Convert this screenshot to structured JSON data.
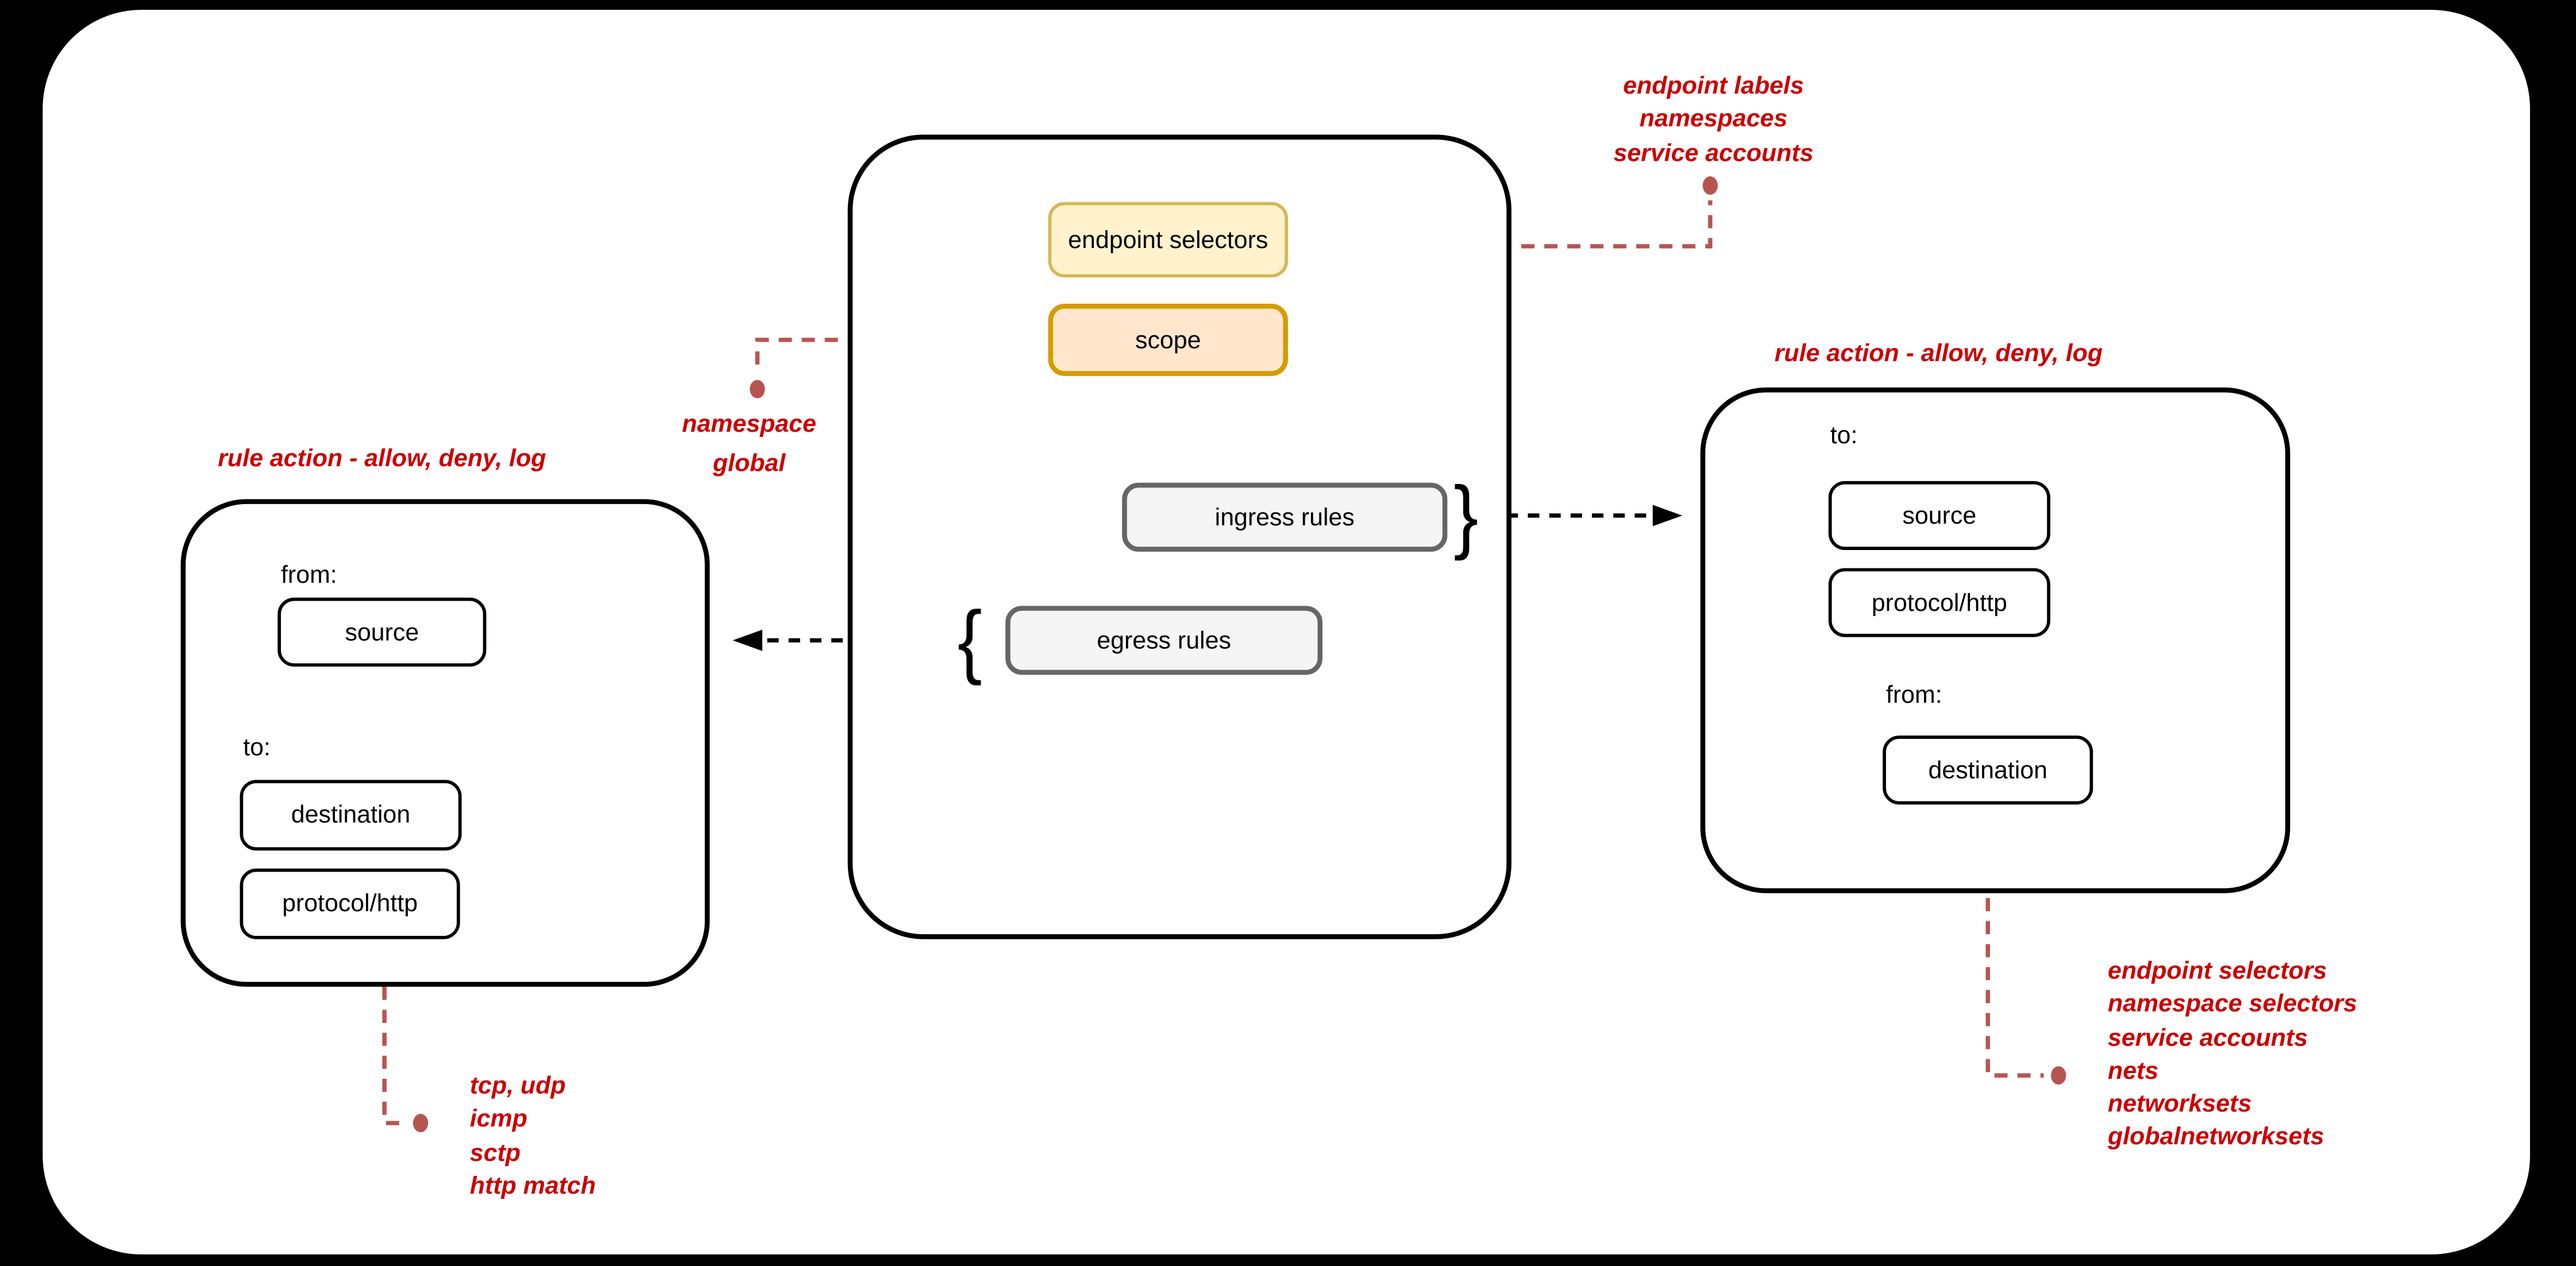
{
  "diagram": {
    "policy_box": {
      "endpoint_selectors": "endpoint selectors",
      "scope": "scope",
      "ingress_rules": "ingress rules",
      "egress_rules": "egress rules"
    },
    "braces": {
      "ingress": "}",
      "egress": "{"
    },
    "egress_rule_box": {
      "title": "rule action - allow, deny, log",
      "from_label": "from:",
      "source": "source",
      "to_label": "to:",
      "destination": "destination",
      "protocol": "protocol/http"
    },
    "ingress_rule_box": {
      "title": "rule action - allow, deny, log",
      "to_label": "to:",
      "source": "source",
      "protocol": "protocol/http",
      "from_label": "from:",
      "destination": "destination"
    },
    "notes": {
      "endpoint_selectors_note": [
        "endpoint labels",
        "namespaces",
        "service accounts"
      ],
      "scope_note": [
        "namespace",
        "global"
      ],
      "protocol_note": [
        "tcp, udp",
        "icmp",
        "sctp",
        "http match"
      ],
      "destination_note": [
        "endpoint selectors",
        "namespace selectors",
        "service accounts",
        "nets",
        "networksets",
        "globalnetworksets"
      ]
    },
    "colors": {
      "annotation_red": "#cc0000",
      "connector_red": "#b85450",
      "yellow_fill": "#fff2cc",
      "yellow_border": "#d6b656",
      "orange_fill": "#ffe6cc",
      "orange_border": "#d79b00",
      "gray_fill": "#f5f5f5",
      "gray_border": "#666666",
      "frame_black": "#000000"
    }
  }
}
